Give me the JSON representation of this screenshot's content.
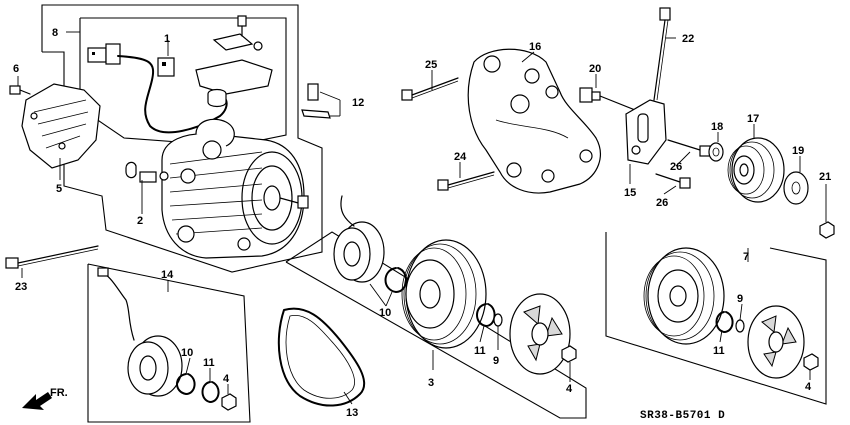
{
  "diagram": {
    "callouts": {
      "c1": "1",
      "c2": "2",
      "c3": "3",
      "c4a": "4",
      "c4b": "4",
      "c4c": "4",
      "c5": "5",
      "c6": "6",
      "c7": "7",
      "c8": "8",
      "c9a": "9",
      "c9b": "9",
      "c10a": "10",
      "c10b": "10",
      "c11a": "11",
      "c11b": "11",
      "c11c": "11",
      "c12": "12",
      "c13": "13",
      "c14": "14",
      "c15": "15",
      "c16": "16",
      "c17": "17",
      "c18": "18",
      "c19": "19",
      "c20": "20",
      "c21": "21",
      "c22": "22",
      "c23": "23",
      "c24": "24",
      "c25": "25",
      "c26a": "26",
      "c26b": "26"
    },
    "front_label": "FR.",
    "part_code": "SR38-B5701 D"
  }
}
